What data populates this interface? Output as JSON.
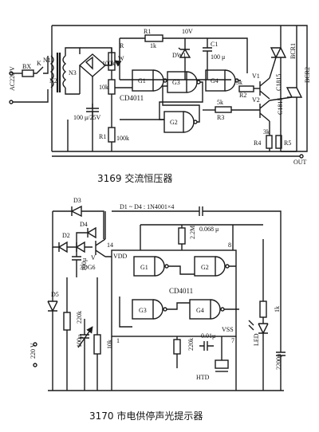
{
  "diagram1": {
    "caption": "3169 交流恒压器",
    "labels": {
      "ac_source": "AC220 V",
      "fuse": "BX",
      "switch": "K",
      "primary": "N1",
      "secondary": "N2",
      "secondary2": "N3",
      "r1": "R1",
      "r1_val": "1k",
      "r_bias": "R",
      "dw": "DW1",
      "v10": "10V",
      "c1": "C1",
      "c1_val": "100 μ",
      "pot": "W",
      "r_100k_top": "100k",
      "r_10k": "10k",
      "cap_100u": "100 μ/25V",
      "r_low": "R1",
      "r_100k_low": "100k",
      "ic": "CD4011",
      "g1": "G1",
      "g2": "G2",
      "g3": "G3",
      "g4": "G4",
      "r2": "R2",
      "r3": "R3",
      "r_5k_a": "5k",
      "r_5k_b": "5k",
      "v1": "V1",
      "v2": "V2",
      "c1815_a": "C1815",
      "c1815_b": "C1815",
      "bcr1": "BCR1",
      "bcr2": "BCR2",
      "r4": "R4",
      "r5": "R5",
      "r_3k": "3k",
      "out": "OUT"
    }
  },
  "diagram2": {
    "caption": "3170 市电供停声光提示器",
    "labels": {
      "d3": "D3",
      "d2": "D2",
      "d4": "D4",
      "d5": "D5",
      "diodes": "D1 ~ D4 : 1N4001×4",
      "r_top": "2.2M",
      "c_top": "0.068 μ",
      "pin14": "14",
      "pin8": "8",
      "pin1": "1",
      "pin7": "7",
      "vdd": "VDD",
      "vss": "VSS",
      "transistor": "V",
      "transistor_type": "3DG6",
      "c_100u": "100μ",
      "ic": "CD4011",
      "g1": "G1",
      "g2": "G2",
      "g3": "G3",
      "g4": "G4",
      "r_220k_a": "220k",
      "r_220k_b": "220k",
      "c_100u_b": "100μ",
      "r_10k": "10k",
      "c_001": "0.01μ",
      "htd": "HTD",
      "led": "LED",
      "r_1k": "1k",
      "c_2200": "2200μ",
      "v220": "220 V"
    }
  }
}
